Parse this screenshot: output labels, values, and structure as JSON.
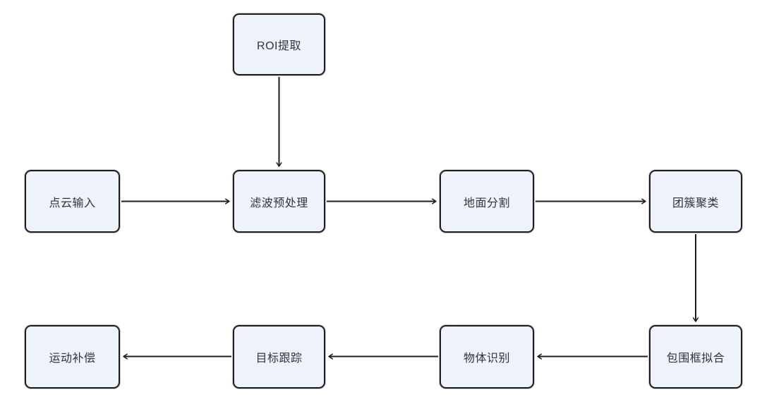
{
  "diagram": {
    "background_color": "#ffffff",
    "node_fill_color": "#eef2fb",
    "node_border_color": "#1e1e1e",
    "node_text_color": "#333333",
    "arrow_color": "#1e1e1e",
    "nodes": [
      {
        "id": "roi",
        "label": "ROI提取"
      },
      {
        "id": "input",
        "label": "点云输入"
      },
      {
        "id": "filter",
        "label": "滤波预处理"
      },
      {
        "id": "ground",
        "label": "地面分割"
      },
      {
        "id": "cluster",
        "label": "团簇聚类"
      },
      {
        "id": "bbox",
        "label": "包围框拟合"
      },
      {
        "id": "recognition",
        "label": "物体识别"
      },
      {
        "id": "tracking",
        "label": "目标跟踪"
      },
      {
        "id": "compensation",
        "label": "运动补偿"
      }
    ],
    "edges": [
      {
        "from": "ROI提取",
        "to": "滤波预处理",
        "direction": "down"
      },
      {
        "from": "点云输入",
        "to": "滤波预处理",
        "direction": "right"
      },
      {
        "from": "滤波预处理",
        "to": "地面分割",
        "direction": "right"
      },
      {
        "from": "地面分割",
        "to": "团簇聚类",
        "direction": "right"
      },
      {
        "from": "团簇聚类",
        "to": "包围框拟合",
        "direction": "down"
      },
      {
        "from": "包围框拟合",
        "to": "物体识别",
        "direction": "left"
      },
      {
        "from": "物体识别",
        "to": "目标跟踪",
        "direction": "left"
      },
      {
        "from": "目标跟踪",
        "to": "运动补偿",
        "direction": "left"
      }
    ]
  }
}
